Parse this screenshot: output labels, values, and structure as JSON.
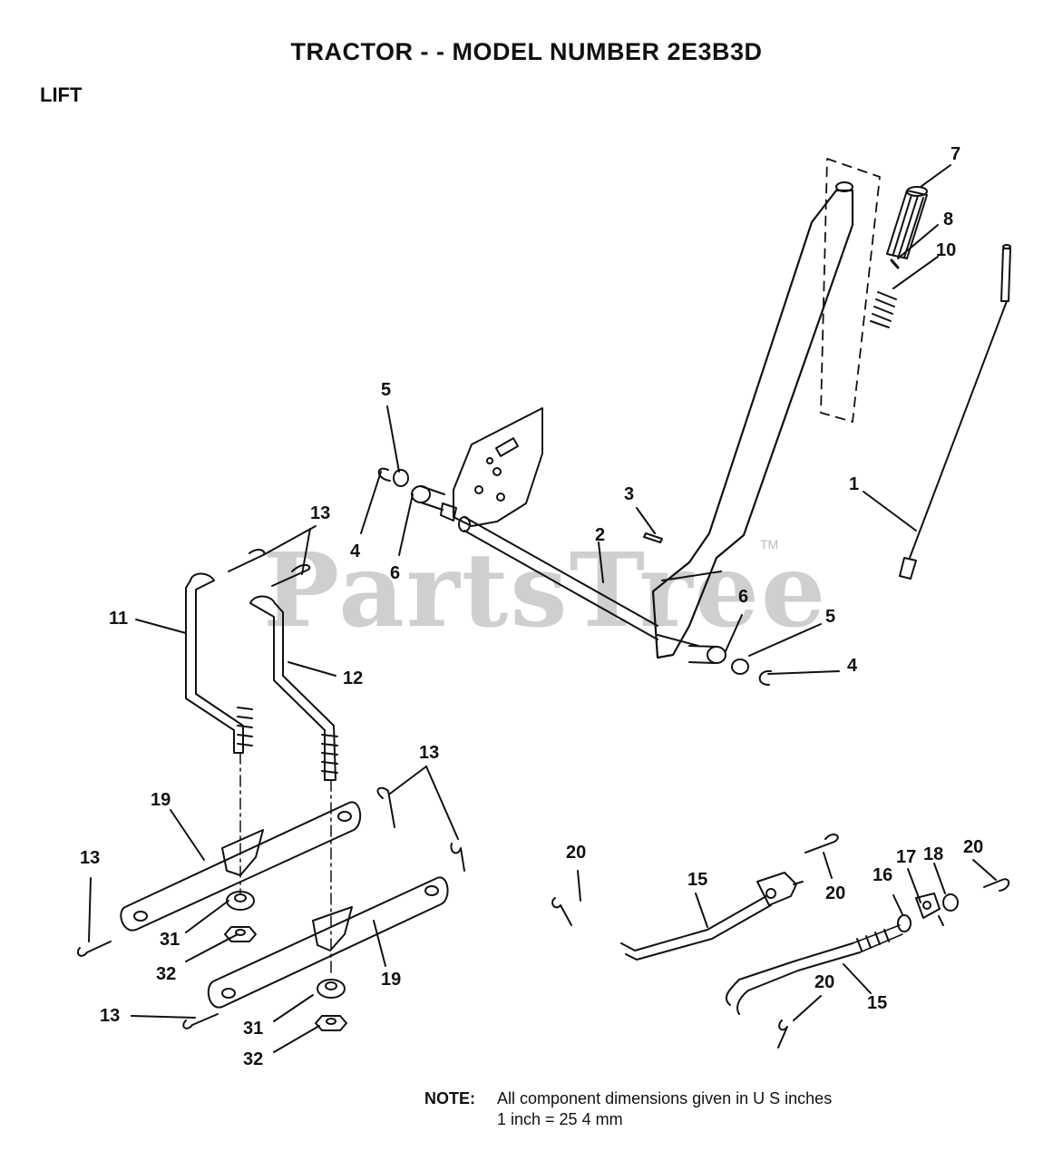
{
  "header": {
    "title": "TRACTOR - - MODEL NUMBER 2E3B3D",
    "section": "LIFT"
  },
  "watermark": {
    "text": "PartsTree",
    "mark": "TM"
  },
  "callouts": [
    "7",
    "8",
    "10",
    "5",
    "1",
    "3",
    "2",
    "4",
    "6",
    "13",
    "11",
    "12",
    "6",
    "5",
    "4",
    "13",
    "19",
    "13",
    "31",
    "32",
    "19",
    "13",
    "31",
    "32",
    "20",
    "15",
    "20",
    "17",
    "18",
    "20",
    "16",
    "20",
    "15"
  ],
  "note": {
    "label": "NOTE:",
    "line1": "All component dimensions given in U S  inches",
    "line2": "1 inch = 25 4 mm"
  }
}
